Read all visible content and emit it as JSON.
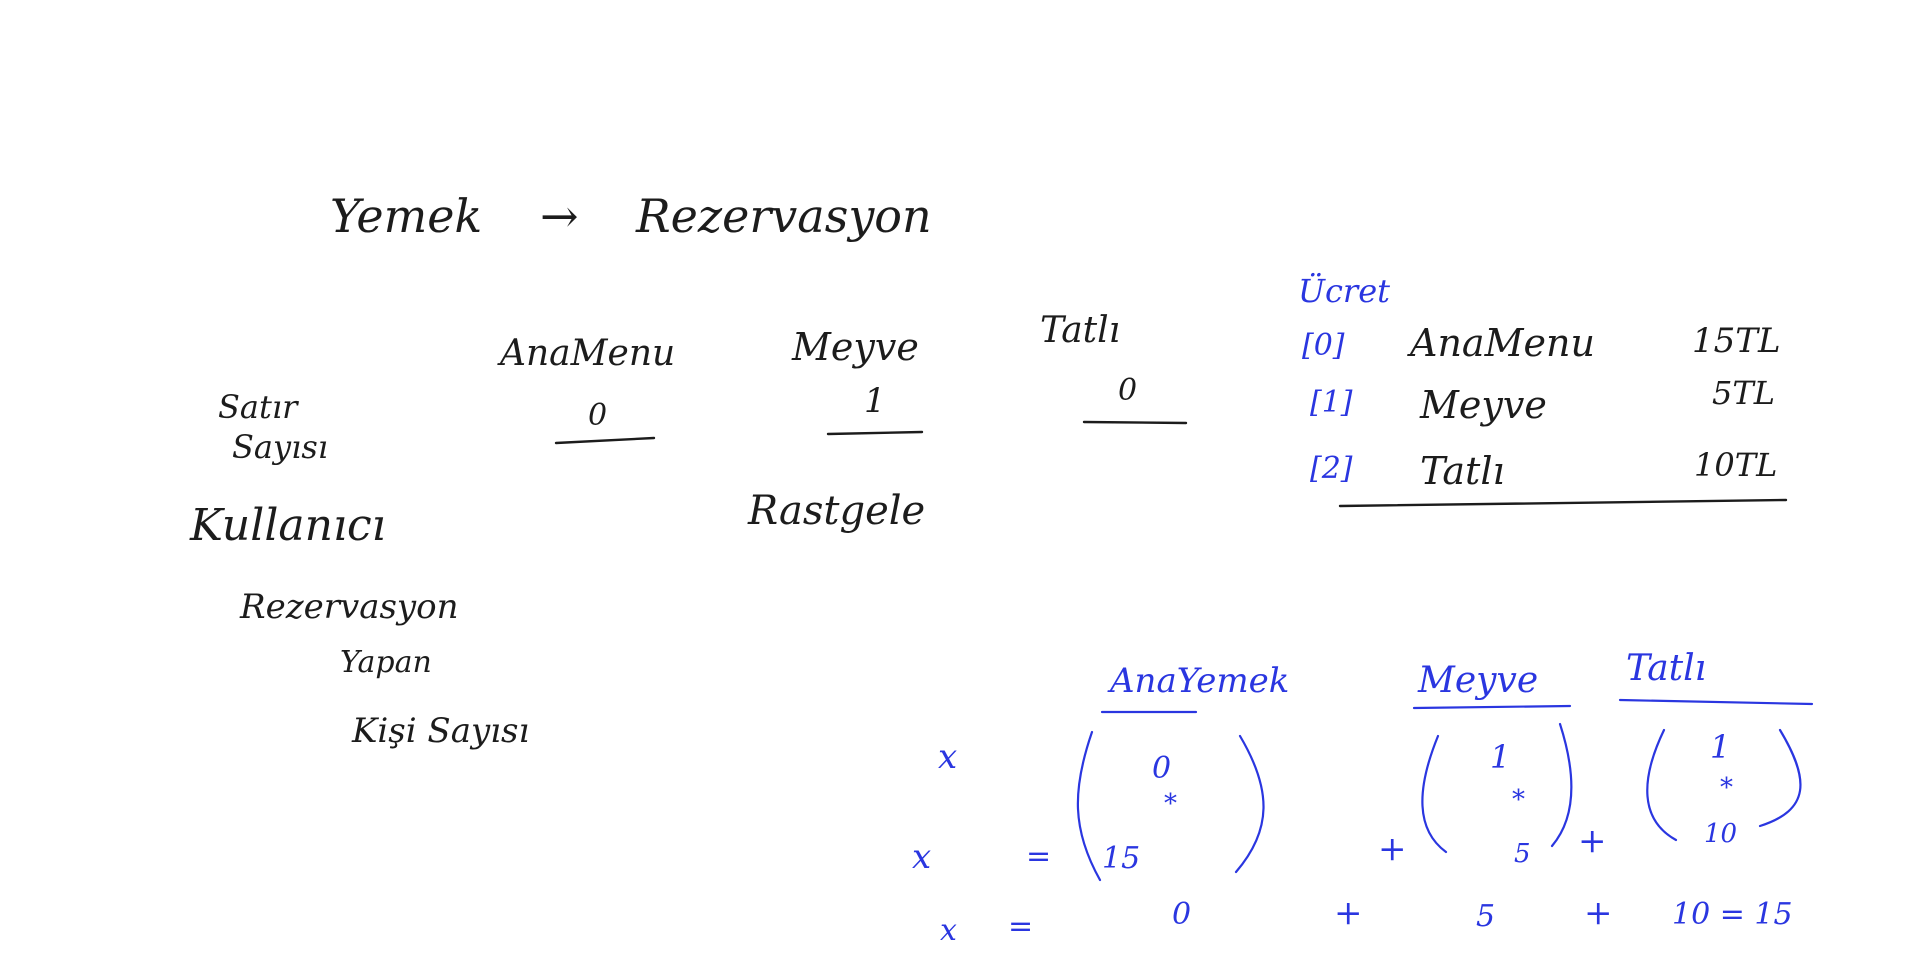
{
  "whiteboard": {
    "title_left": "Yemek",
    "arrow": "→",
    "title_right": "Rezervasyon",
    "row_label_line1": "Satır",
    "row_label_line2": "Sayısı",
    "columns": [
      {
        "name": "AnaMenu",
        "value": "0"
      },
      {
        "name": "Meyve",
        "value": "1"
      },
      {
        "name": "Tatlı",
        "value": "0"
      }
    ],
    "user_label": "Kullanıcı",
    "random_label": "Rastgele",
    "user_actions": [
      "Rezervasyon",
      "Yapan",
      "Kişi Sayısı"
    ],
    "price_table": {
      "header": "Ücret",
      "rows": [
        {
          "index": "[0]",
          "item": "AnaMenu",
          "price": "15TL"
        },
        {
          "index": "[1]",
          "item": "Meyve",
          "price": "5TL"
        },
        {
          "index": "[2]",
          "item": "Tatlı",
          "price": "10TL"
        }
      ]
    },
    "calc": {
      "headers": [
        "AnaYemek",
        "Meyve",
        "Tatlı"
      ],
      "line1_var": "x",
      "line2_var": "x",
      "line2_eq": "=",
      "matrix1": [
        "0",
        "*",
        "15"
      ],
      "matrix2": [
        "1",
        "*",
        "5"
      ],
      "matrix3": [
        "1",
        "*",
        "10"
      ],
      "plus": "+",
      "line3": {
        "var": "x",
        "eq": "=",
        "terms": [
          "0",
          "+",
          "5",
          "+",
          "10 = 15"
        ]
      }
    },
    "colors": {
      "black_ink": "#1c1c1c",
      "blue_ink": "#2a36e0",
      "background": "#ffffff"
    }
  }
}
